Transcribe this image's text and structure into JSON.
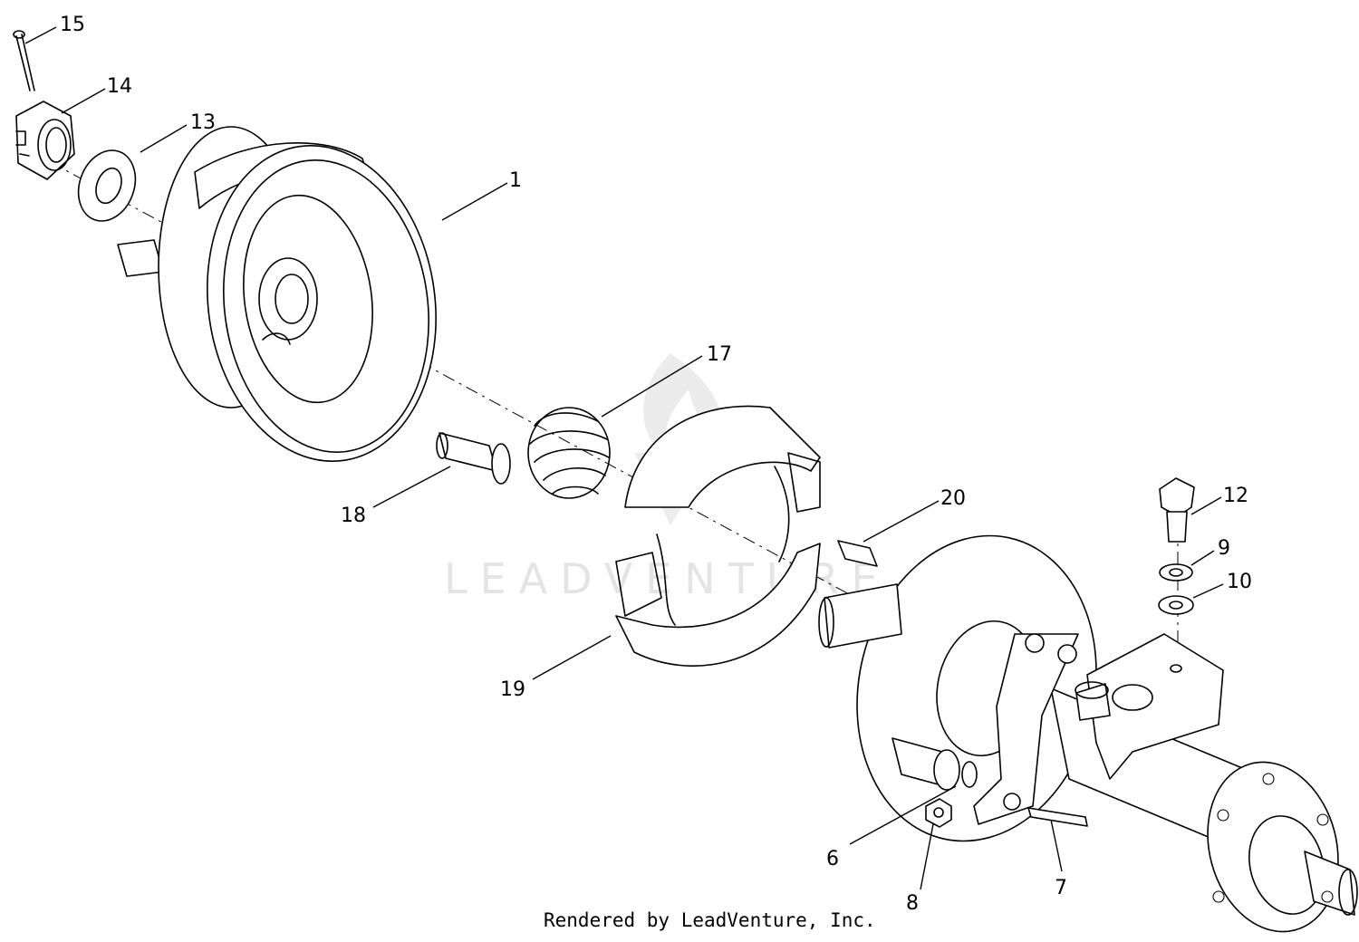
{
  "watermark": {
    "text": "LEADVENTURE"
  },
  "credit": "Rendered by LeadVenture, Inc.",
  "callouts": [
    {
      "id": "c15",
      "label": "15"
    },
    {
      "id": "c14",
      "label": "14"
    },
    {
      "id": "c13",
      "label": "13"
    },
    {
      "id": "c1",
      "label": "1"
    },
    {
      "id": "c17",
      "label": "17"
    },
    {
      "id": "c18",
      "label": "18"
    },
    {
      "id": "c20",
      "label": "20"
    },
    {
      "id": "c12",
      "label": "12"
    },
    {
      "id": "c9",
      "label": "9"
    },
    {
      "id": "c10",
      "label": "10"
    },
    {
      "id": "c19",
      "label": "19"
    },
    {
      "id": "c6",
      "label": "6"
    },
    {
      "id": "c8",
      "label": "8"
    },
    {
      "id": "c7",
      "label": "7"
    }
  ]
}
